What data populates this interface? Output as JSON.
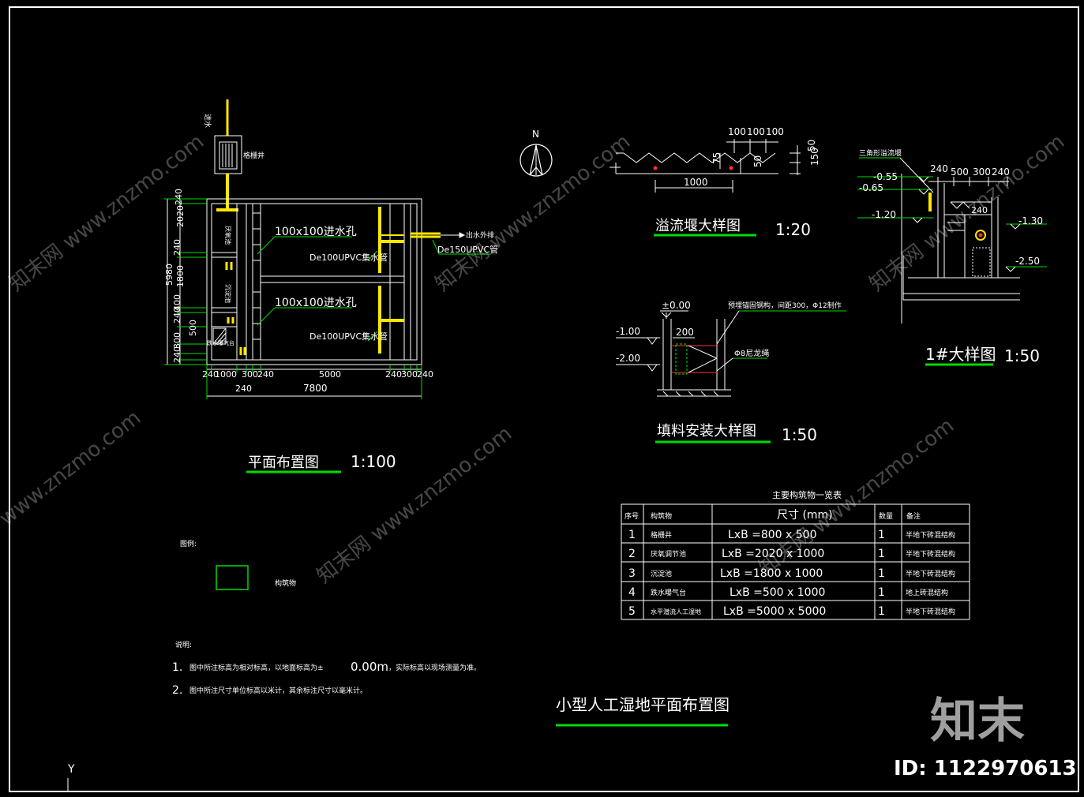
{
  "colors": {
    "background": "#000000",
    "line": "#ffffff",
    "accent_green": "#00dd00",
    "accent_yellow": "#ffe600",
    "accent_red": "#ff3030",
    "cyan": "#00e0ff"
  },
  "plan": {
    "inlet_label": "进水",
    "grit_label": "格栅井",
    "outlet_label": "出水外排",
    "outlet_pipe": "De150UPVC管",
    "hole_1": "100x100进水孔",
    "hole_2": "100x100进水孔",
    "pipe_1": "De100UPVC集水管",
    "pipe_2": "De100UPVC集水管",
    "anaerobic": "厌氧池",
    "settling": "沉淀池",
    "aeration": "跌水曝气台",
    "dims_left": [
      "240",
      "2020",
      "240",
      "1800",
      "400",
      "240",
      "500",
      "300",
      "240"
    ],
    "dim_total_v": "5980",
    "dims_bottom": [
      "240",
      "1000",
      "300",
      "240",
      "5000",
      "240",
      "300",
      "240"
    ],
    "dim_240": "240",
    "dim_total_h": "7800",
    "title": "平面布置图",
    "scale": "1:100"
  },
  "legend": {
    "label": "图例:",
    "item": "构筑物"
  },
  "notes": {
    "label": "说明:",
    "items": [
      {
        "num": "1.",
        "text_a": "图中所注标高为相对标高，以地面标高为±",
        "value": "0.00m",
        "text_b": "，实际标高以现场测量为准。"
      },
      {
        "num": "2.",
        "text_a": "图中所注尺寸单位标高以米计，其余标注尺寸以毫米计。",
        "value": "",
        "text_b": ""
      }
    ]
  },
  "north": {
    "label": "N"
  },
  "weir": {
    "dims_top": [
      "100",
      "100",
      "100"
    ],
    "dim_75": "75",
    "dim_50a": "50",
    "dim_150": "150",
    "dim_50b": "50",
    "dim_1000": "1000",
    "title": "溢流堰大样图",
    "scale": "1:20"
  },
  "fill": {
    "elev_0": "±0.00",
    "elev_1": "-1.00",
    "elev_2": "-2.00",
    "dim_200": "200",
    "note_1": "预埋锚固钢构，间距300，Φ12制作",
    "note_2": "Φ8尼龙绳",
    "title": "填料安装大样图",
    "scale": "1:50"
  },
  "detail1": {
    "weir_label": "三角形溢流堰",
    "elev_055": "-0.55",
    "elev_065": "-0.65",
    "elev_120": "-1.20",
    "elev_130": "-1.30",
    "elev_250": "-2.50",
    "dims_top": [
      "240",
      "500",
      "300",
      "240"
    ],
    "dim_240": "240",
    "title": "1#大样图",
    "scale": "1:50"
  },
  "table": {
    "title": "主要构筑物一览表",
    "headers": [
      "序号",
      "构筑物",
      "尺寸 (mm)",
      "数量",
      "备注"
    ],
    "rows": [
      [
        "1",
        "格栅井",
        "LxB =800 x 500",
        "1",
        "半地下砖混结构"
      ],
      [
        "2",
        "厌氧调节池",
        "LxB =2020 x 1000",
        "1",
        "半地下砖混结构"
      ],
      [
        "3",
        "沉淀池",
        "LxB =1800  x  1000",
        "1",
        "半地下砖混结构"
      ],
      [
        "4",
        "跌水曝气台",
        "LxB =500 x 1000",
        "1",
        "地上砖混结构"
      ],
      [
        "5",
        "水平潜流人工湿地",
        "LxB =5000 x 5000",
        "1",
        "半地下砖混结构"
      ]
    ]
  },
  "main_title": "小型人工湿地平面布置图",
  "axis_y": "Y",
  "watermark": {
    "logo_text": "知末",
    "id_text": "ID: 1122970613",
    "site": "知末网 www.znzmo.com"
  }
}
